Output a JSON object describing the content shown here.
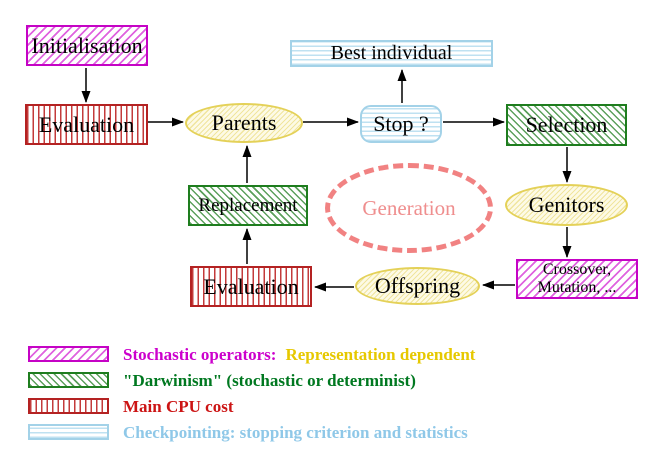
{
  "nodes": {
    "initialisation": "Initialisation",
    "evaluation_top": "Evaluation",
    "parents": "Parents",
    "best_individual": "Best individual",
    "stop": "Stop ?",
    "selection": "Selection",
    "genitors": "Genitors",
    "crossover_line1": "Crossover,",
    "crossover_line2": "Mutation, ...",
    "offspring": "Offspring",
    "evaluation_bottom": "Evaluation",
    "replacement": "Replacement",
    "generation": "Generation"
  },
  "legend": {
    "rows": [
      {
        "swatch": "magenta-diagonal-hatch",
        "label": "Stochastic operators:",
        "label2": "Representation dependent",
        "label_color": "#cc00cc",
        "label2_color": "#e6c800"
      },
      {
        "swatch": "green-diagonal-hatch",
        "label": "\"Darwinism\" (stochastic or determinist)",
        "label_color": "#007820"
      },
      {
        "swatch": "red-vertical-stripes",
        "label": "Main CPU cost",
        "label_color": "#cc1414"
      },
      {
        "swatch": "cyan-horizontal-stripes",
        "label": "Checkpointing: stopping criterion and statistics",
        "label_color": "#8fc8e8"
      }
    ]
  },
  "colors": {
    "stochastic_operators": "#c503c5",
    "darwinism": "#1e7d1e",
    "main_cpu_cost": "#b42222",
    "checkpointing": "#a3d2e8",
    "population_ellipse": "#e4d158",
    "generation_dashed": "#f18282",
    "arrow": "#000000"
  }
}
